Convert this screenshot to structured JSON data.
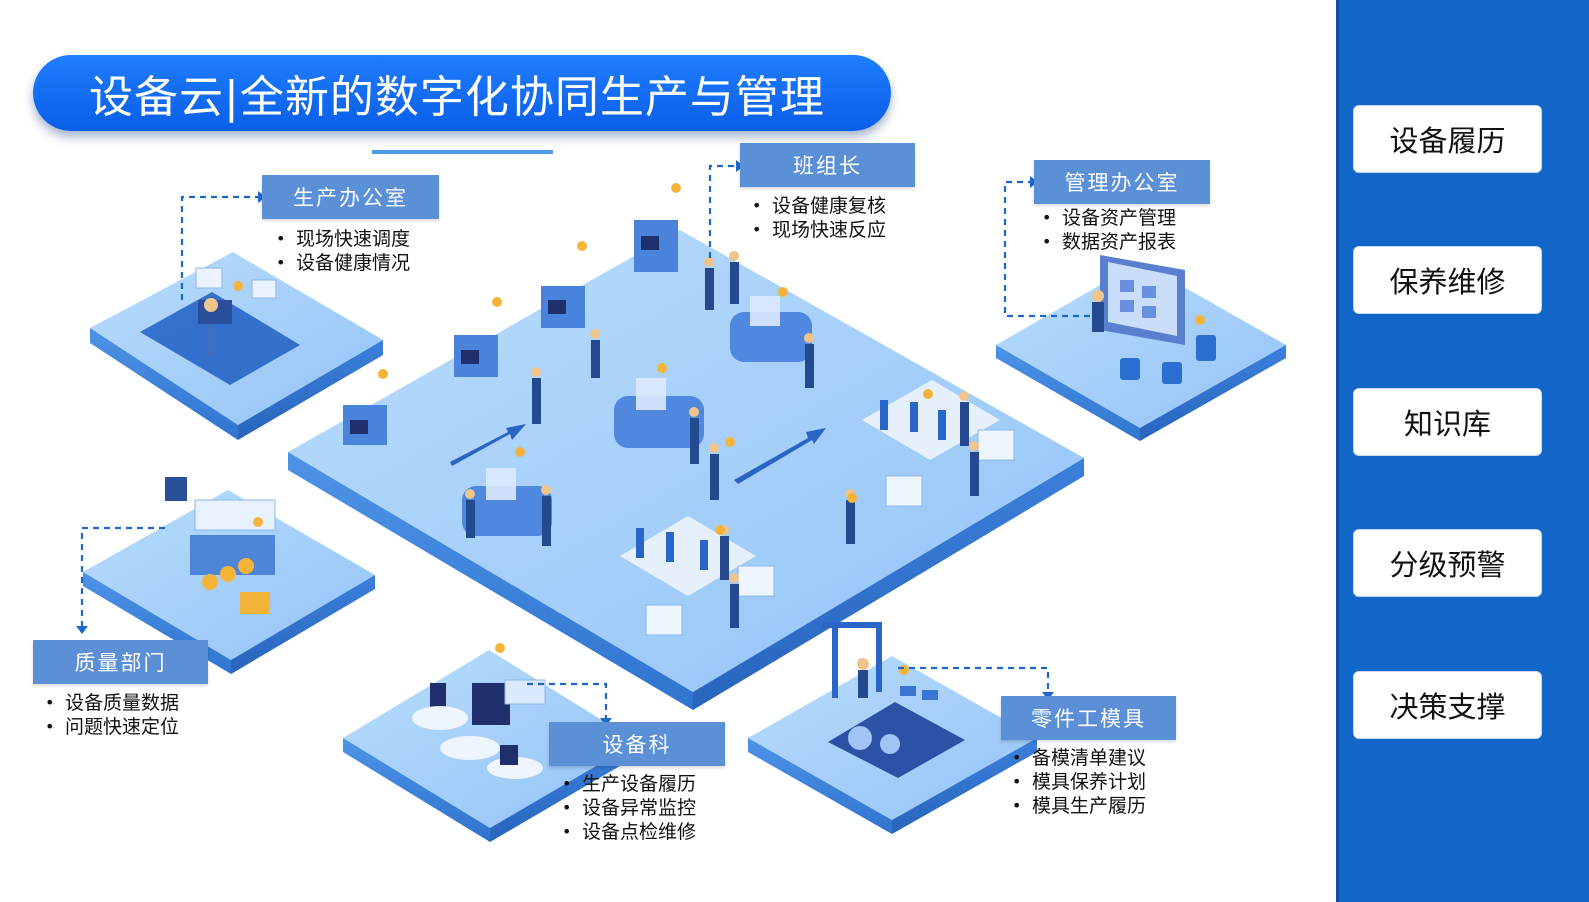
{
  "title": "设备云|全新的数字化协同生产与管理",
  "departments": {
    "production_office": {
      "label": "生产办公室",
      "items": [
        "现场快速调度",
        "设备健康情况"
      ]
    },
    "team_leader": {
      "label": "班组长",
      "items": [
        "设备健康复核",
        "现场快速反应"
      ]
    },
    "management_office": {
      "label": "管理办公室",
      "items": [
        "设备资产管理",
        "数据资产报表"
      ]
    },
    "quality_dept": {
      "label": "质量部门",
      "items": [
        "设备质量数据",
        "问题快速定位"
      ]
    },
    "equipment_section": {
      "label": "设备科",
      "items": [
        "生产设备履历",
        "设备异常监控",
        "设备点检维修"
      ]
    },
    "parts_molds": {
      "label": "零件工模具",
      "items": [
        "备模清单建议",
        "模具保养计划",
        "模具生产履历"
      ]
    }
  },
  "side_menu": {
    "items": [
      {
        "label": "设备履历"
      },
      {
        "label": "保养维修"
      },
      {
        "label": "知识库"
      },
      {
        "label": "分级预警"
      },
      {
        "label": "决策支撑"
      }
    ]
  },
  "colors": {
    "accent": "#0a5ee8",
    "label_box": "#5b8fd6",
    "side_panel": "#1166c8",
    "platform_top": "#a8d2fb",
    "platform_side": "#3f86e0",
    "connector": "#1d68c9"
  }
}
